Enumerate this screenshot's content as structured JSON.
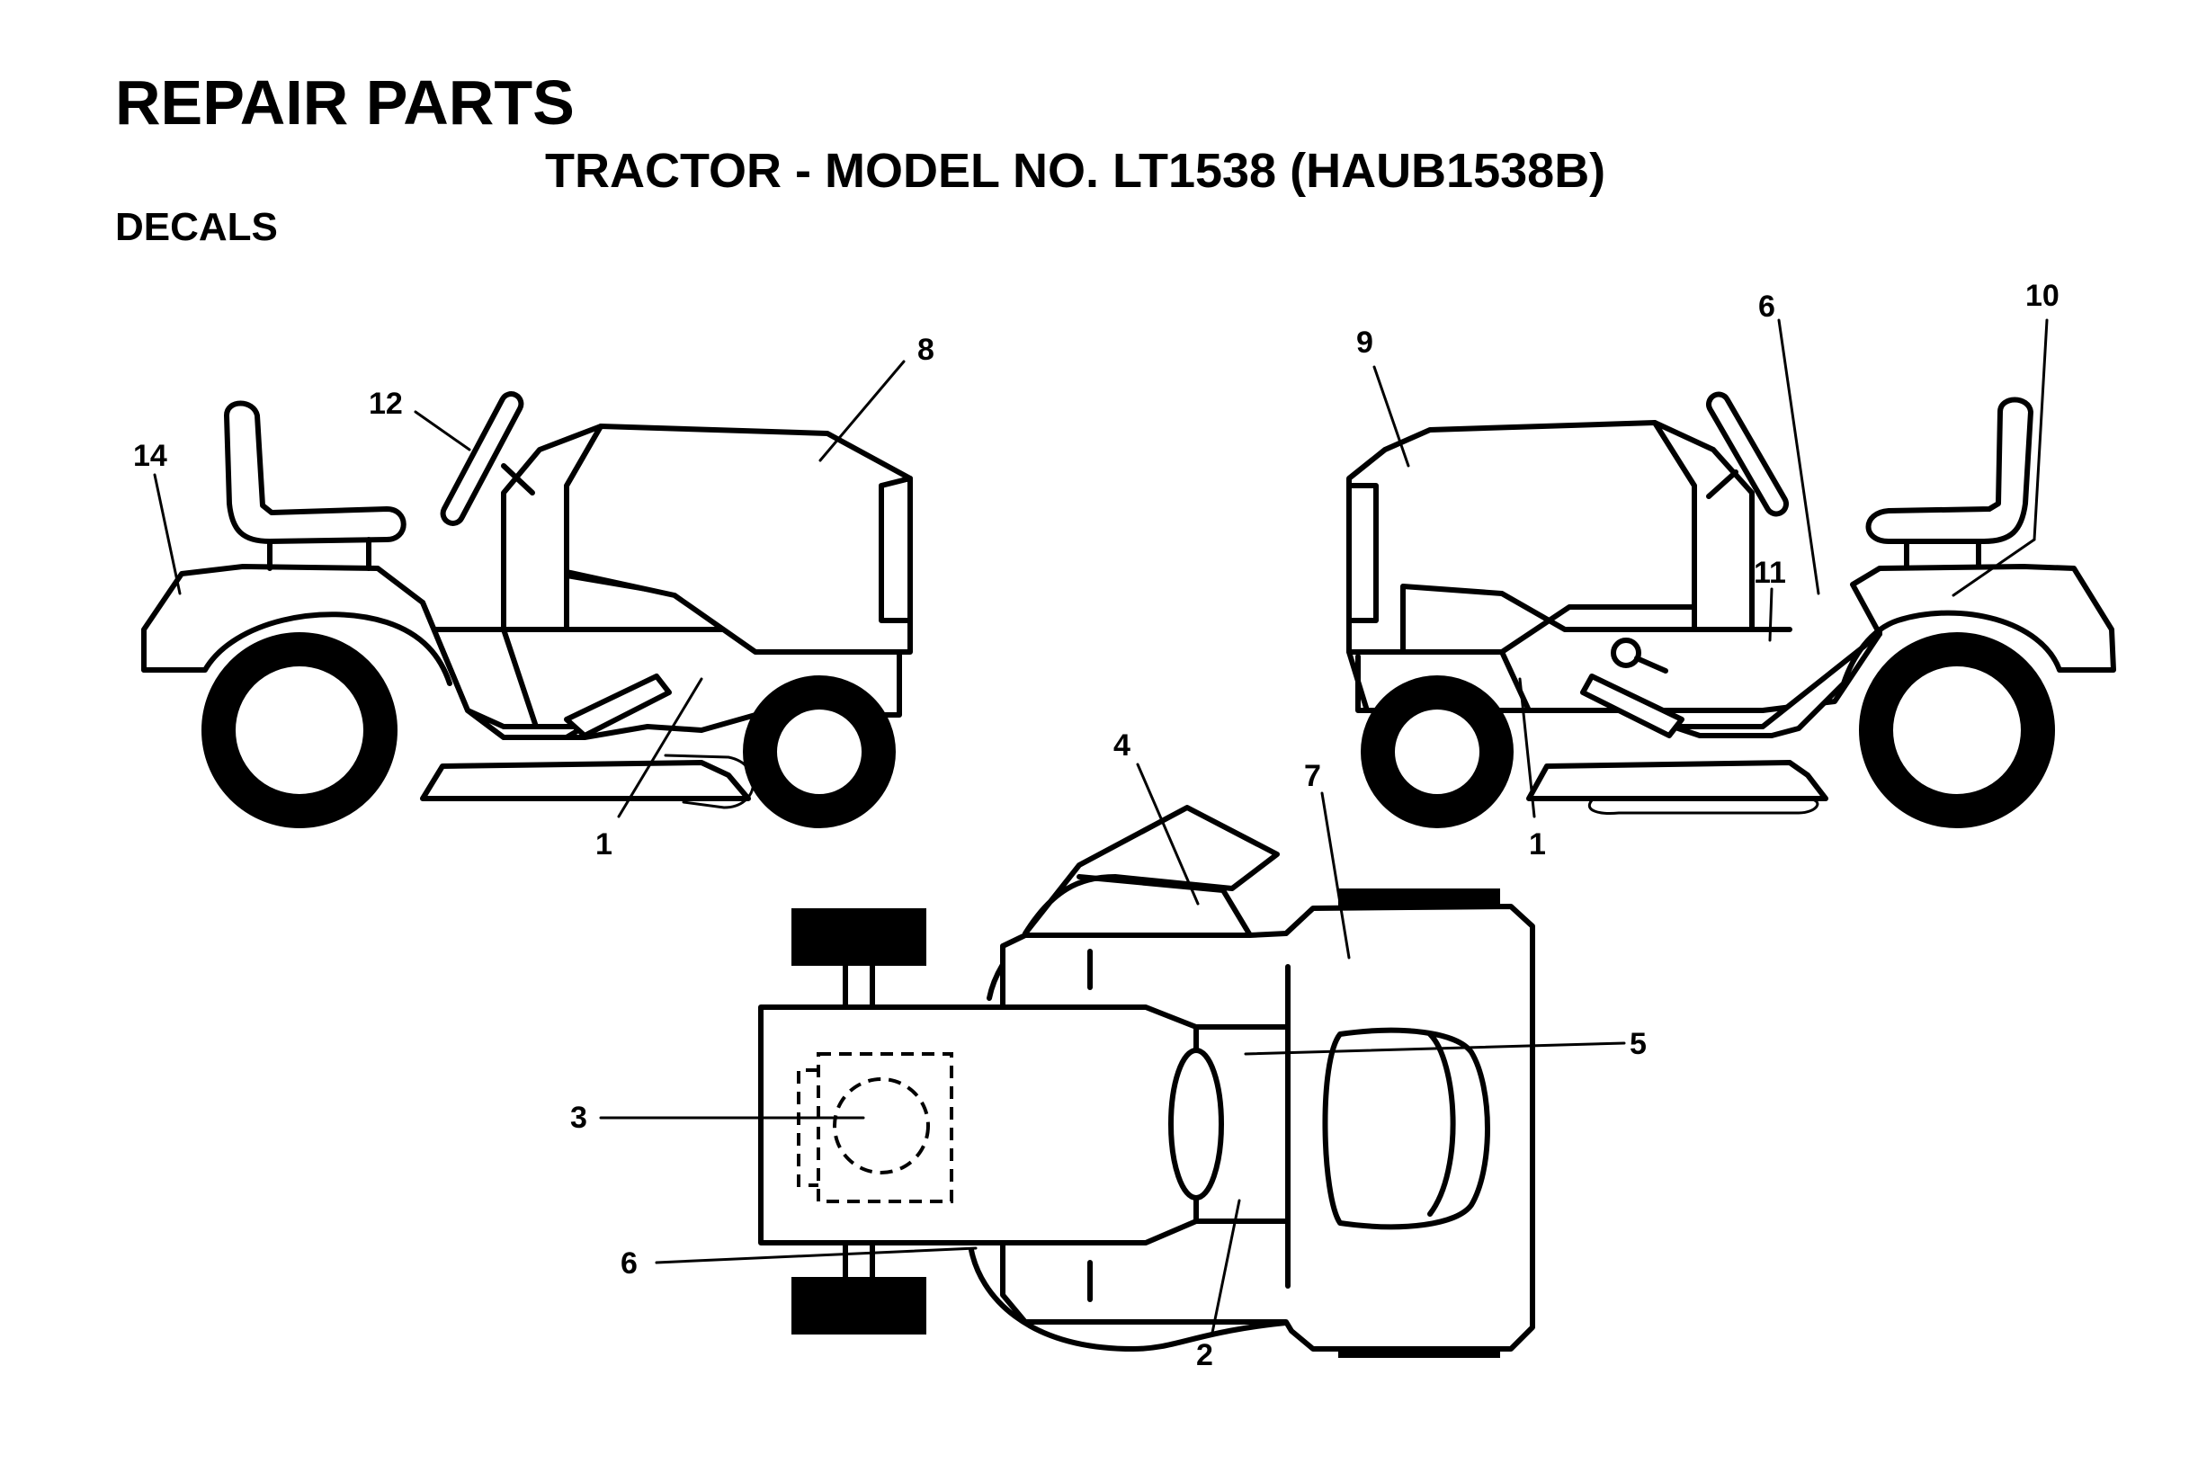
{
  "header": {
    "title": "REPAIR PARTS",
    "subtitle": "TRACTOR - MODEL NO. LT1538 (HAUB1538B)",
    "section": "DECALS"
  },
  "callouts": {
    "left_view": [
      "14",
      "12",
      "8",
      "1"
    ],
    "right_view": [
      "9",
      "6",
      "10",
      "11",
      "1"
    ],
    "top_view": [
      "4",
      "7",
      "5",
      "3",
      "6",
      "2"
    ]
  }
}
